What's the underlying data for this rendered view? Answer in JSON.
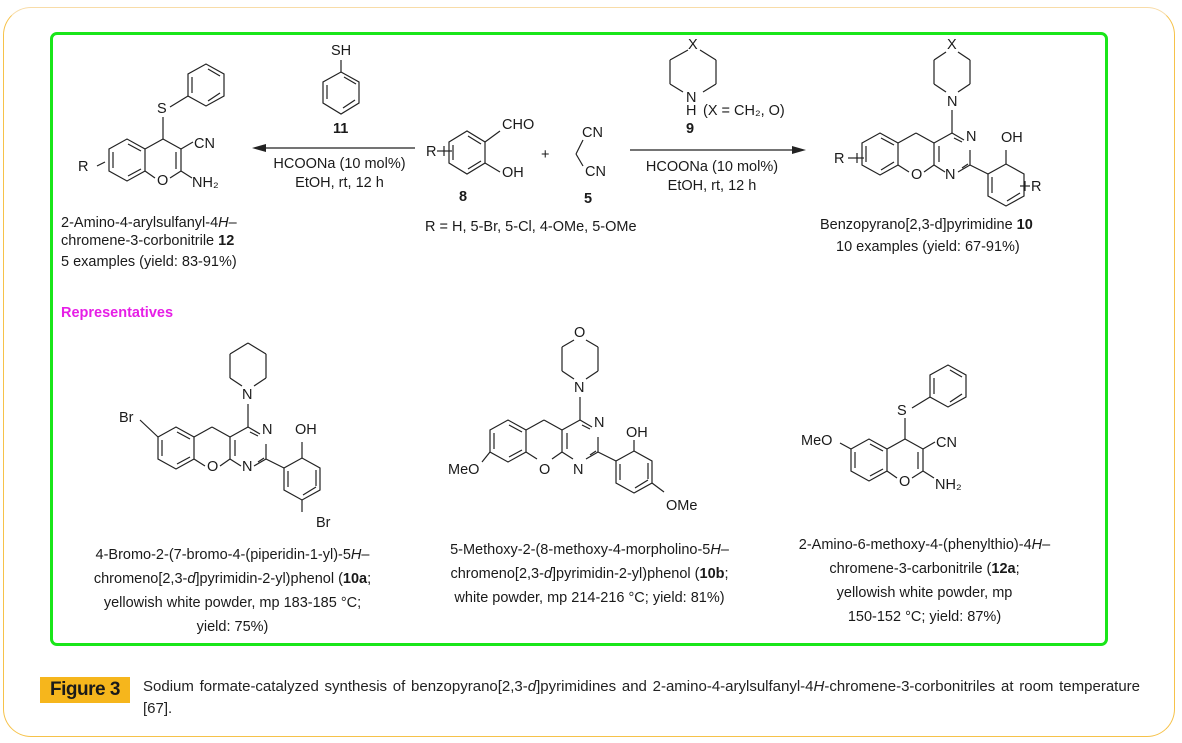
{
  "figure": {
    "label": "Figure 3",
    "caption_parts": [
      "Sodium formate-catalyzed synthesis of benzopyrano[2,3-",
      "d",
      "]pyrimidines and 2-amino-4-arylsulfanyl-4",
      "H",
      "-chromene-3-corbonitriles at room temperature [67]."
    ],
    "border_color": "#19e619",
    "badge_color": "#f6b61c",
    "accent_color": "#e61ee6"
  },
  "scheme": {
    "reagent_left": {
      "top_label": "SH",
      "compound_no": "11",
      "conditions": [
        "HCOONa (10 mol%)",
        "EtOH, rt, 12 h"
      ]
    },
    "reagent_right": {
      "ring_atom_x": "X",
      "ring_atom_n": "N",
      "ring_atom_h": "H",
      "x_def": "(X = CH₂, O)",
      "compound_no": "9",
      "conditions": [
        "HCOONa (10 mol%)",
        "EtOH, rt, 12 h"
      ]
    },
    "start_aldehyde": {
      "labels": [
        "R",
        "CHO",
        "OH"
      ],
      "compound_no": "8"
    },
    "plus": "+",
    "malononitrile": {
      "labels": [
        "CN",
        "CN"
      ],
      "compound_no": "5"
    },
    "r_groups": "R = H, 5-Br, 5-Cl, 4-OMe, 5-OMe",
    "product_left": {
      "atom_labels": [
        "S",
        "CN",
        "R",
        "O",
        "NH₂"
      ],
      "name_parts": [
        "2-Amino-4-arylsulfanyl-4",
        "H",
        "–",
        "chromene-3-corbonitrile ",
        "12"
      ],
      "examples": "5 examples (yield: 83-91%)"
    },
    "product_right": {
      "atom_labels": [
        "X",
        "N",
        "N",
        "OH",
        "R",
        "O",
        "N",
        "R"
      ],
      "name": "Benzopyrano[2,3-d]pyrimidine ",
      "compound_no": "10",
      "examples": "10 examples (yield: 67-91%)"
    }
  },
  "representatives": {
    "heading": "Representatives",
    "items": [
      {
        "id": "10a",
        "atom_labels": [
          "N",
          "Br",
          "N",
          "OH",
          "O",
          "N",
          "Br"
        ],
        "lines": [
          "4-Bromo-2-(7-bromo-4-(piperidin-1-yl)-5",
          "H",
          "–",
          "chromeno[2,3-",
          "d",
          "]pyrimidin-2-yl)phenol (",
          "10a",
          ";",
          "yellowish white powder, mp 183-185 °C;",
          "yield: 75%)"
        ]
      },
      {
        "id": "10b",
        "atom_labels": [
          "O",
          "N",
          "N",
          "OH",
          "MeO",
          "O",
          "N",
          "OMe"
        ],
        "lines": [
          "5-Methoxy-2-(8-methoxy-4-morpholino-5",
          "H",
          "–",
          "chromeno[2,3-",
          "d",
          "]pyrimidin-2-yl)phenol (",
          "10b",
          ";",
          "white powder, mp 214-216 °C; yield: 81%)"
        ]
      },
      {
        "id": "12a",
        "atom_labels": [
          "S",
          "MeO",
          "CN",
          "O",
          "NH₂"
        ],
        "lines": [
          "2-Amino-6-methoxy-4-(phenylthio)-4",
          "H",
          "–",
          "chromene-3-carbonitrile (",
          "12a",
          ";",
          "yellowish white powder, mp",
          "150-152 °C; yield: 87%)"
        ]
      }
    ]
  }
}
